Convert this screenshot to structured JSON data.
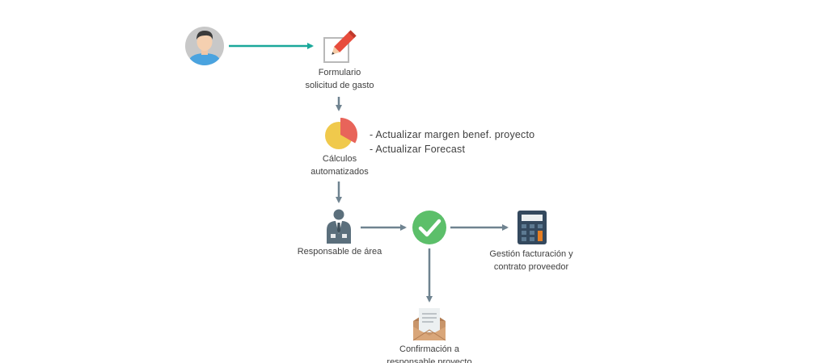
{
  "nodes": {
    "form": {
      "line1": "Formulario",
      "line2": "solicitud de gasto"
    },
    "calc": {
      "line1": "Cálculos",
      "line2": "automatizados"
    },
    "manager": {
      "line1": "Responsable de área"
    },
    "billing": {
      "line1": "Gestión facturación y",
      "line2": "contrato proveedor"
    },
    "confirm": {
      "line1": "Confirmación a",
      "line2": "responsable proyecto"
    }
  },
  "side_notes": [
    "- Actualizar margen benef. proyecto",
    "- Actualizar Forecast"
  ],
  "colors": {
    "arrow_primary": "#1aa89a",
    "arrow_secondary": "#6f8390",
    "check": "#5cbf6a",
    "pie_red": "#e8645a",
    "pie_yellow": "#f0c94c",
    "calculator": "#34495e",
    "calculator_key_accent": "#e67e22",
    "envelope": "#c8956a",
    "user_shirt": "#4aa3df",
    "manager_suit": "#5b6f7c"
  },
  "icons": [
    "user-avatar-icon",
    "pencil-form-icon",
    "pie-chart-icon",
    "manager-icon",
    "checkmark-icon",
    "calculator-icon",
    "envelope-icon"
  ]
}
